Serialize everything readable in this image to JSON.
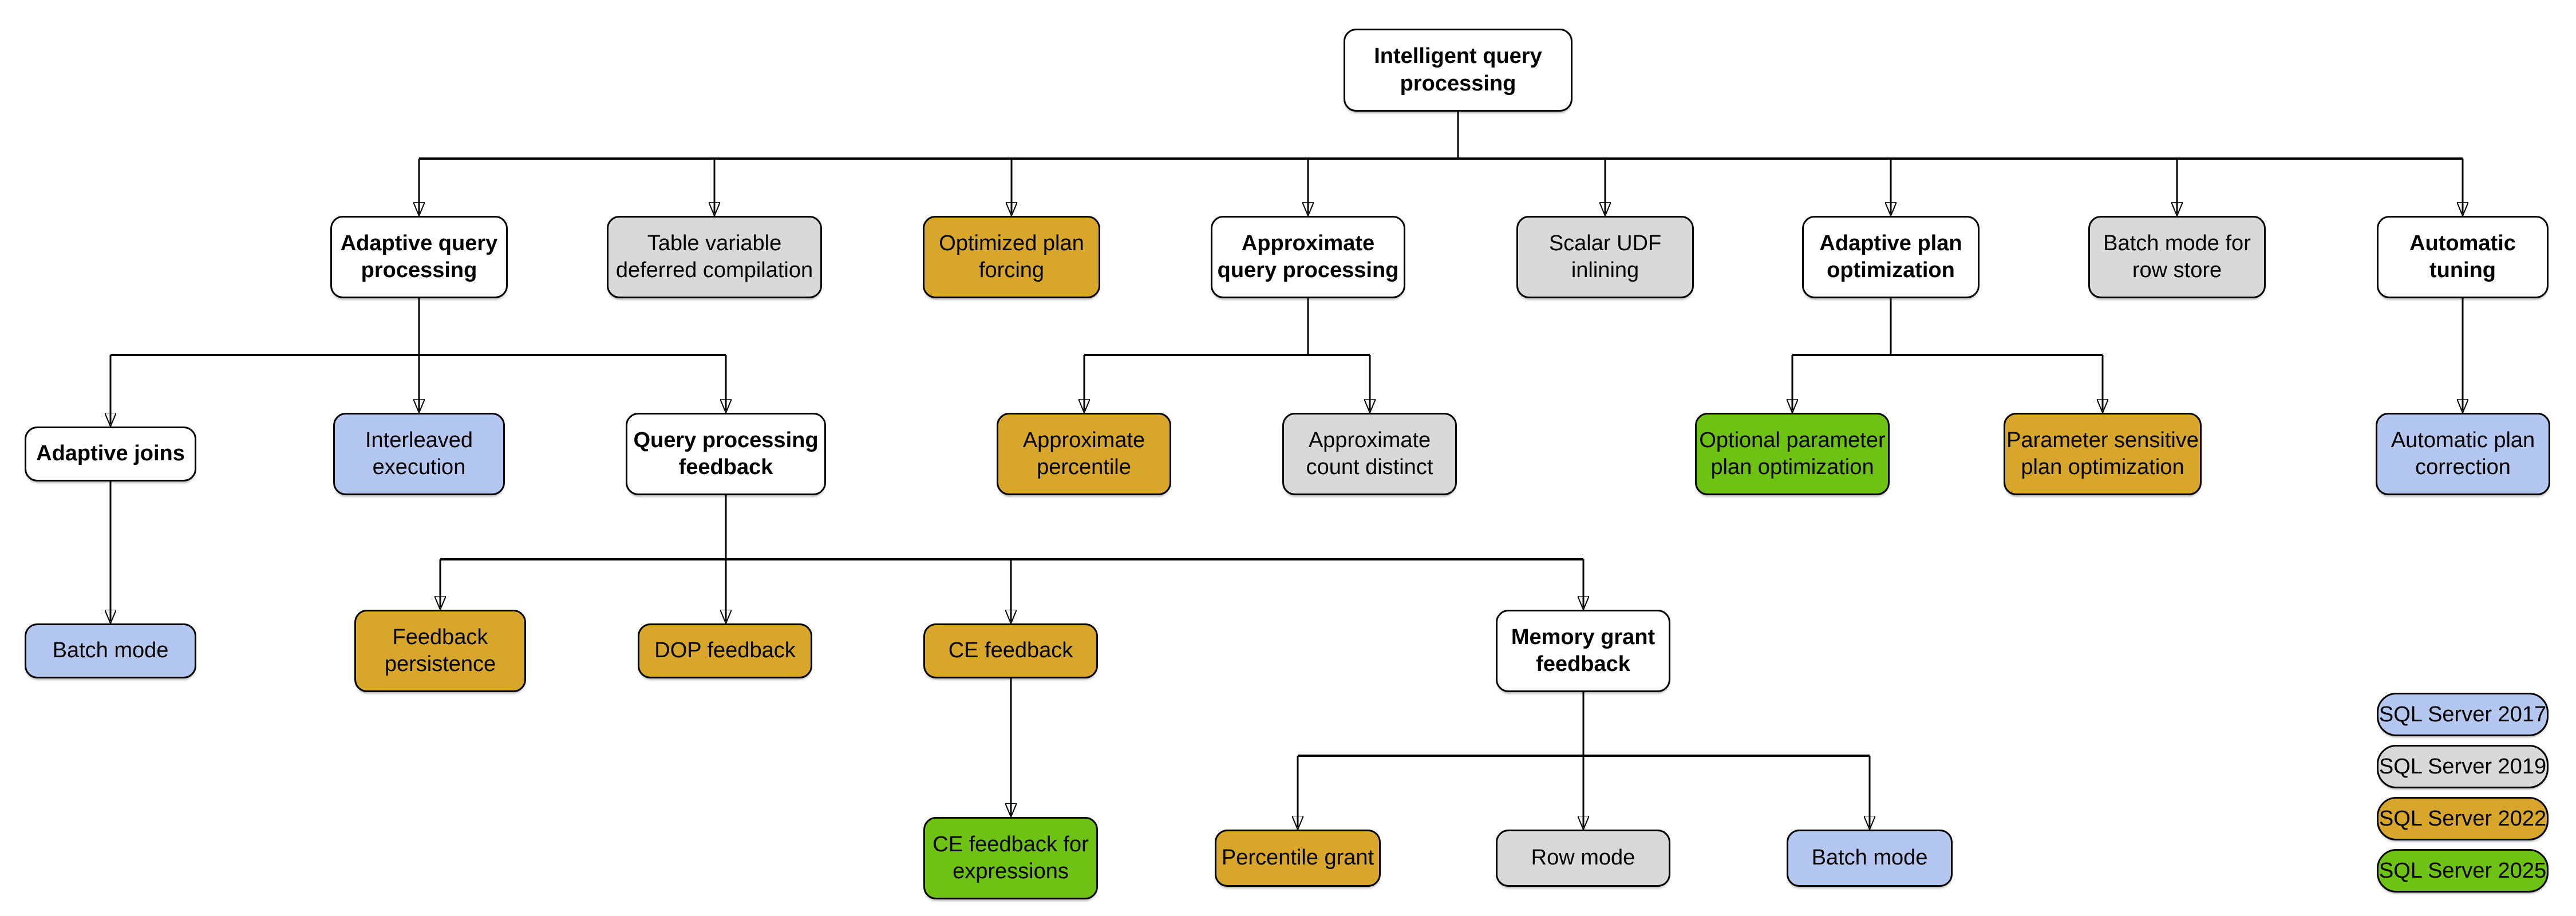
{
  "diagram_title": "Intelligent query processing",
  "colors": {
    "sql_server_2017_blue": "#B4C7F0",
    "sql_server_2019_gray": "#D9D9D9",
    "sql_server_2022_gold": "#D9A62C",
    "sql_server_2025_green": "#6EC214",
    "hub_white": "#FFFFFF",
    "line_black": "#000000"
  },
  "nodes": [
    {
      "label": "Intelligent query\nprocessing",
      "fill": "white"
    },
    {
      "label": "Adaptive query\nprocessing",
      "fill": "white"
    },
    {
      "label": "Table variable\ndeferred compilation",
      "fill": "gray"
    },
    {
      "label": "Optimized plan\nforcing",
      "fill": "gold"
    },
    {
      "label": "Approximate\nquery processing",
      "fill": "white"
    },
    {
      "label": "Scalar UDF\ninlining",
      "fill": "gray"
    },
    {
      "label": "Adaptive plan\noptimization",
      "fill": "white"
    },
    {
      "label": "Batch mode for\nrow store",
      "fill": "gray"
    },
    {
      "label": "Automatic\ntuning",
      "fill": "white"
    },
    {
      "label": "Adaptive joins",
      "fill": "white"
    },
    {
      "label": "Interleaved\nexecution",
      "fill": "blue"
    },
    {
      "label": "Query processing\nfeedback",
      "fill": "white"
    },
    {
      "label": "Approximate\npercentile",
      "fill": "gold"
    },
    {
      "label": "Approximate\ncount distinct",
      "fill": "gray"
    },
    {
      "label": "Optional parameter\nplan optimization",
      "fill": "green"
    },
    {
      "label": "Parameter sensitive\nplan optimization",
      "fill": "gold"
    },
    {
      "label": "Automatic plan\ncorrection",
      "fill": "blue"
    },
    {
      "label": "Batch mode",
      "fill": "blue"
    },
    {
      "label": "Feedback\npersistence",
      "fill": "gold"
    },
    {
      "label": "DOP feedback",
      "fill": "gold"
    },
    {
      "label": "CE feedback",
      "fill": "gold"
    },
    {
      "label": "Memory grant\nfeedback",
      "fill": "white"
    },
    {
      "label": "CE feedback for\nexpressions",
      "fill": "green"
    },
    {
      "label": "Percentile grant",
      "fill": "gold"
    },
    {
      "label": "Row mode",
      "fill": "gray"
    },
    {
      "label": "Batch mode",
      "fill": "blue"
    }
  ],
  "legend": {
    "items": [
      {
        "label": "SQL Server 2017",
        "fill": "blue",
        "hex": "#B4C7F0"
      },
      {
        "label": "SQL Server 2019",
        "fill": "gray",
        "hex": "#D9D9D9"
      },
      {
        "label": "SQL Server 2022",
        "fill": "gold",
        "hex": "#D9A62C"
      },
      {
        "label": "SQL Server 2025",
        "fill": "green",
        "hex": "#6EC214"
      }
    ]
  }
}
